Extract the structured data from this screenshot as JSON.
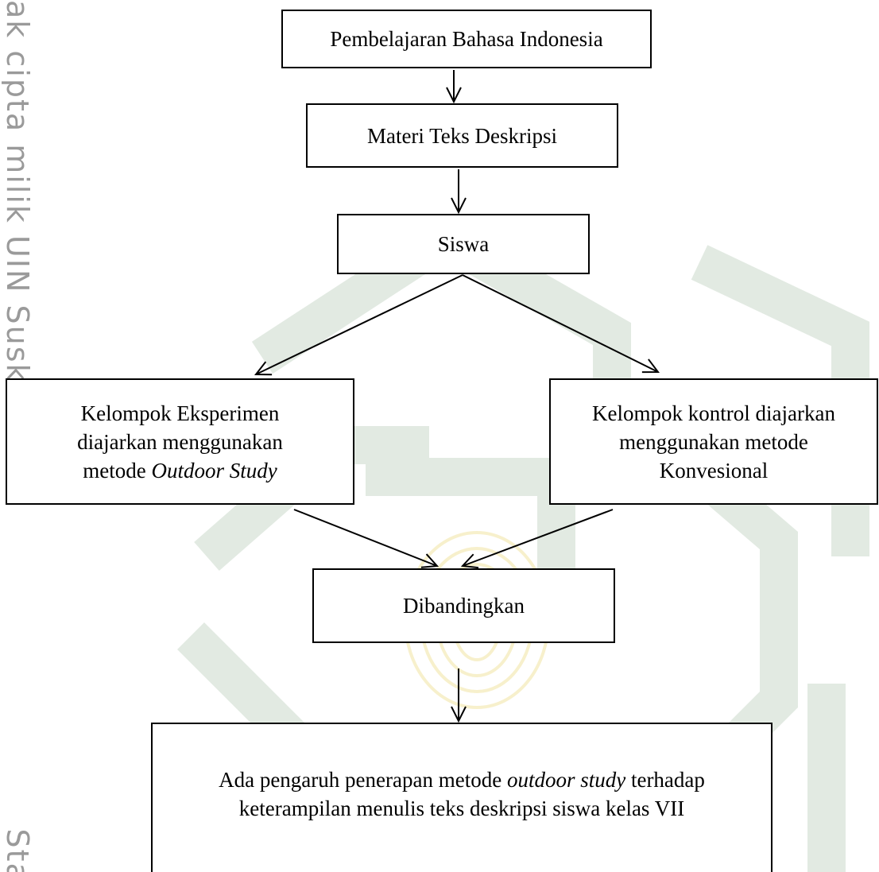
{
  "watermark": {
    "side_text_top": "ak cipta milik UIN Suska Riau",
    "side_text_bottom": "Sta"
  },
  "diagram": {
    "box1": "Pembelajaran Bahasa Indonesia",
    "box2": "Materi Teks Deskripsi",
    "box3": "Siswa",
    "box4": {
      "line1": "Kelompok Eksperimen",
      "line2": "diajarkan menggunakan",
      "line3_prefix": "metode ",
      "line3_italic": "Outdoor Study"
    },
    "box5": {
      "line1": "Kelompok kontrol diajarkan",
      "line2": "menggunakan metode",
      "line3": "Konvesional"
    },
    "box6": "Dibandingkan",
    "box7": {
      "line1_prefix": "Ada pengaruh penerapan metode ",
      "line1_italic": "outdoor study",
      "line1_suffix": " terhadap",
      "line2": "keterampilan menulis teks deskripsi siswa kelas VII"
    }
  }
}
